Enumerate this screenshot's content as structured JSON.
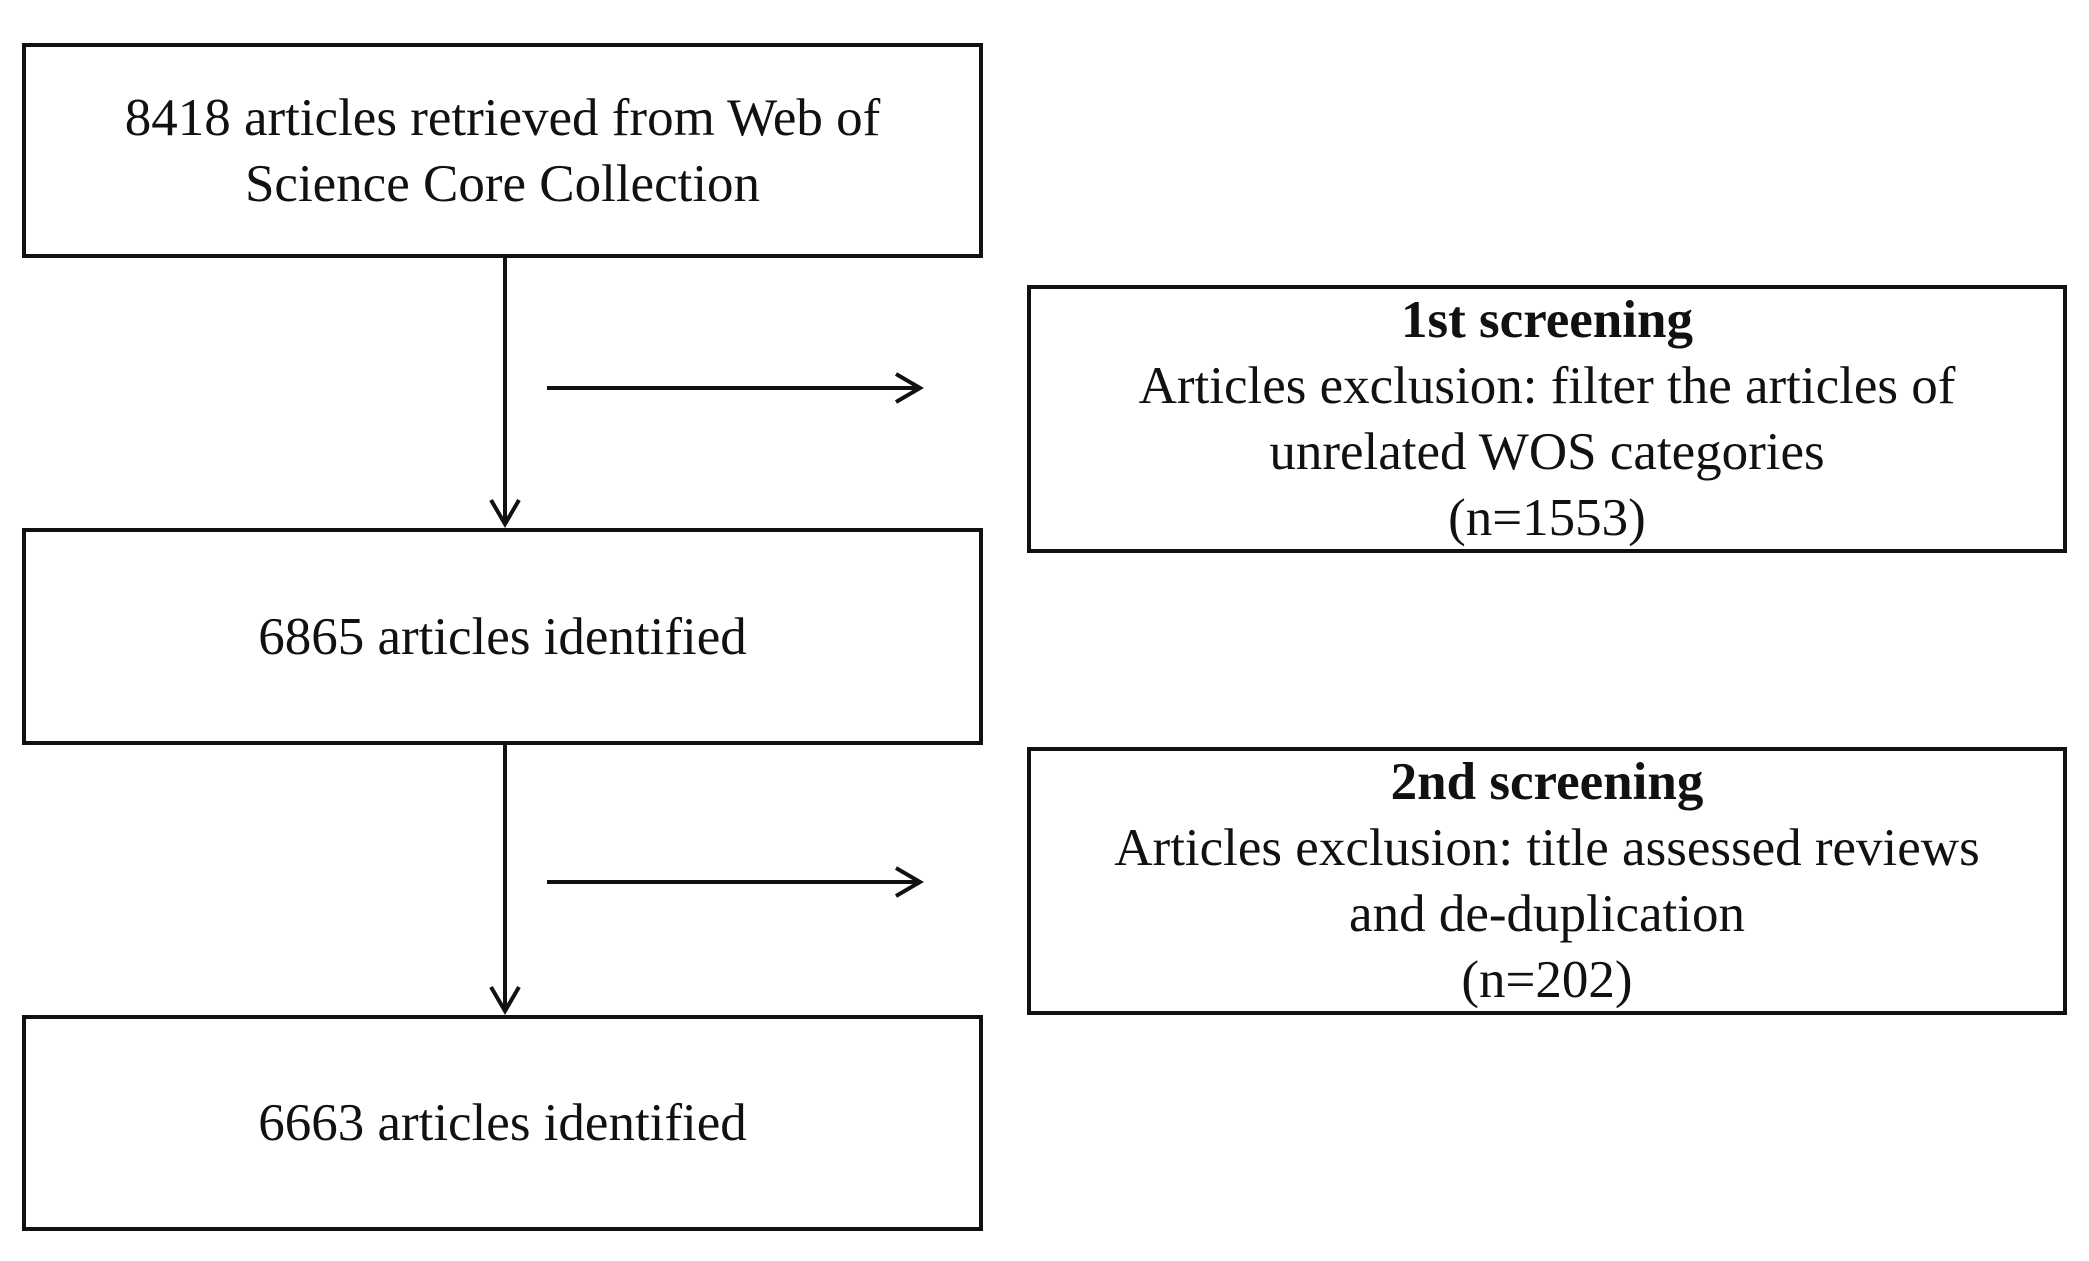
{
  "boxes": {
    "retrieved": {
      "lines": [
        "8418 articles retrieved from Web of",
        "Science Core Collection"
      ]
    },
    "identified_1": {
      "lines": [
        "6865 articles identified"
      ]
    },
    "identified_2": {
      "lines": [
        "6663 articles identified"
      ]
    },
    "screening_1": {
      "heading": "1st screening",
      "lines": [
        "Articles exclusion: filter the articles of",
        "unrelated WOS categories",
        "(n=1553)"
      ]
    },
    "screening_2": {
      "heading": "2nd screening",
      "lines": [
        "Articles exclusion: title assessed reviews",
        "and de-duplication",
        "(n=202)"
      ]
    }
  },
  "colors": {
    "line": "#111111",
    "background": "#ffffff"
  }
}
